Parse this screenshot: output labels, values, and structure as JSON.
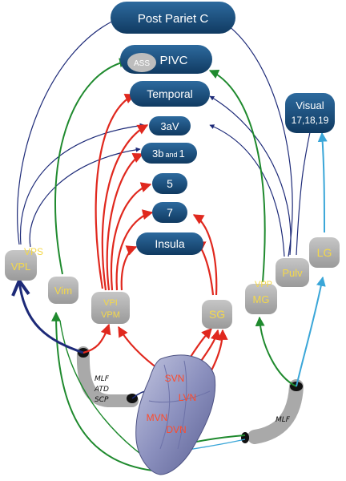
{
  "cortical_areas": {
    "post_pariet": "Post Pariet C",
    "pivc": "PIVC",
    "ass": "ASS",
    "temporal": "Temporal",
    "area_3av": "3aV",
    "area_3b_main": "3b",
    "area_3b_and": "and",
    "area_3b_one": "1",
    "area_5": "5",
    "area_7": "7",
    "insula": "Insula",
    "visual_line1": "Visual",
    "visual_line2": "17,18,19"
  },
  "thalamic_nuclei": {
    "vps": "VPS",
    "vpl": "VPL",
    "vim": "Vim",
    "vpi": "VPI",
    "vpm": "VPM",
    "sg": "SG",
    "vpp": "VPP",
    "mg": "MG",
    "pulv": "Pulv",
    "lg": "LG"
  },
  "vestibular_nuclei": {
    "svn": "SVN",
    "lvn": "LVN",
    "mvn": "MVN",
    "dvn": "DVN"
  },
  "tracts": {
    "mlf_left": "MLF",
    "atd": "ATD",
    "scp": "SCP",
    "mlf_right": "MLF"
  },
  "colors": {
    "cortex_fill": "#1d4f7e",
    "thalamus_fill": "#a9a9a9",
    "red_path": "#e0281e",
    "green_path": "#1f8a2e",
    "navy_path": "#1d2a78",
    "cyan_path": "#3aa6d8",
    "label_yellow": "#f4d84a",
    "nucleus_red": "#ff4a2a"
  }
}
